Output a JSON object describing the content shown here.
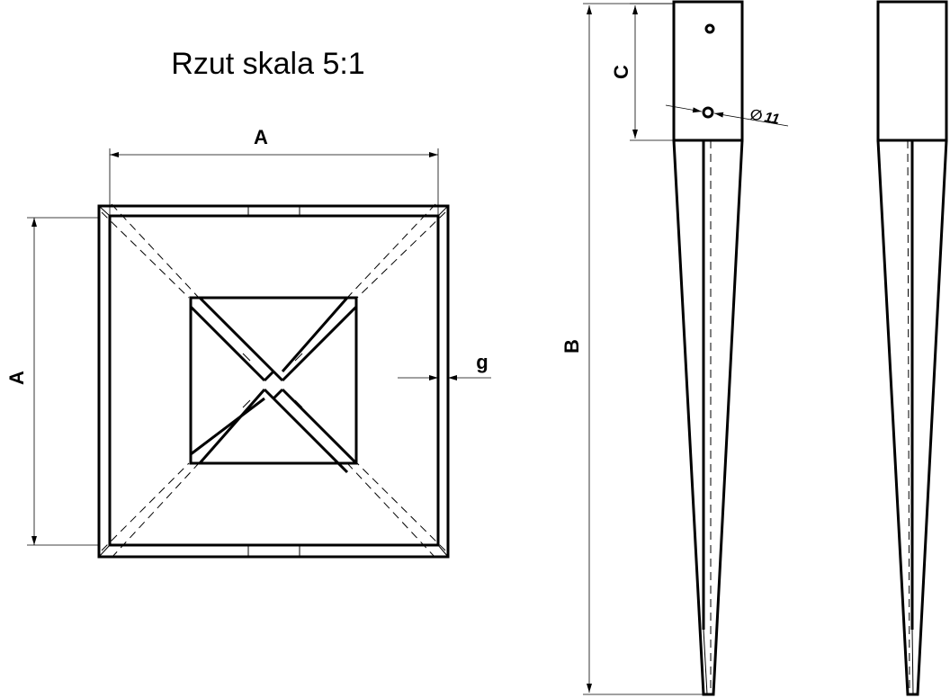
{
  "title": "Rzut skala  5:1",
  "dimensions": {
    "plan_width": "A",
    "plan_height": "A",
    "thickness": "g",
    "total_length": "B",
    "hole_offset": "C",
    "hole_diameter": "11",
    "diameter_symbol": "∅"
  },
  "colors": {
    "line": "#000000",
    "background": "#ffffff"
  }
}
